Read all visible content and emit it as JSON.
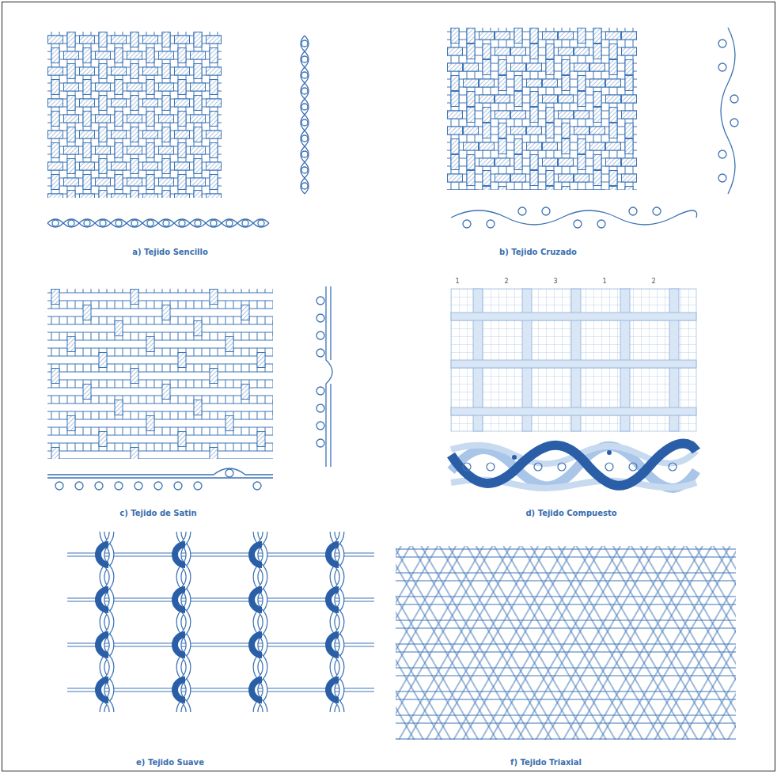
{
  "diagram": {
    "labels": [
      "a) Tejido Sencillo",
      "b) Tejido Cruzado",
      "c) Tejido de Satin",
      "d) Tejido Compuesto",
      "e) Tejido Suave",
      "f) Tejido Triaxial",
      "1",
      "2",
      "3",
      "1",
      "2"
    ]
  }
}
